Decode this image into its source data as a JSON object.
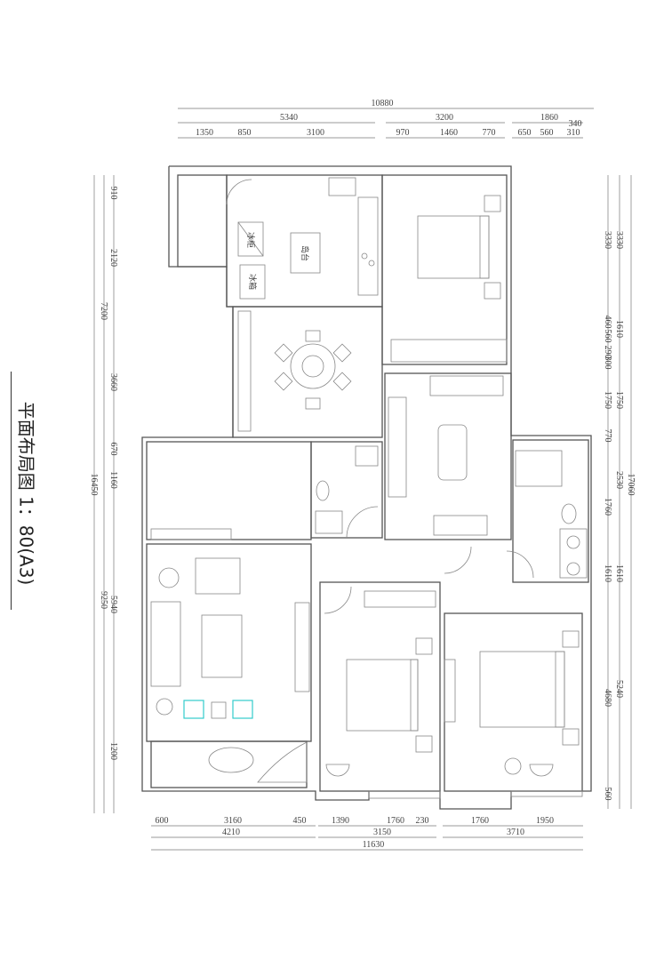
{
  "title": "平面布局图 1：80(A3)",
  "room_labels": {
    "freezer": "冰柜",
    "fridge": "冰箱",
    "island": "岛台"
  },
  "dimensions": {
    "top_total": "10880",
    "top_mid": [
      "5340",
      "3200",
      "1860"
    ],
    "top_detail": [
      "1350",
      "850",
      "3100",
      "970",
      "1460",
      "770",
      "650",
      "560",
      "310",
      "340"
    ],
    "left_total": "16450",
    "left_mid": [
      "7200",
      "9250"
    ],
    "left_detail": [
      "910",
      "2120",
      "3660",
      "670",
      "1160",
      "5940",
      "1200"
    ],
    "right_total": "17060",
    "right_mid": [
      "3330",
      "1610",
      "1750",
      "2530",
      "1610",
      "5240"
    ],
    "right_detail": [
      "3330",
      "460",
      "560",
      "290",
      "300",
      "1750",
      "770",
      "1760",
      "1610",
      "4680",
      "560"
    ],
    "bottom_total": "11630",
    "bottom_mid": [
      "4210",
      "3150",
      "3710"
    ],
    "bottom_detail": [
      "600",
      "3160",
      "450",
      "1390",
      "1760",
      "230",
      "1760",
      "1950"
    ]
  }
}
